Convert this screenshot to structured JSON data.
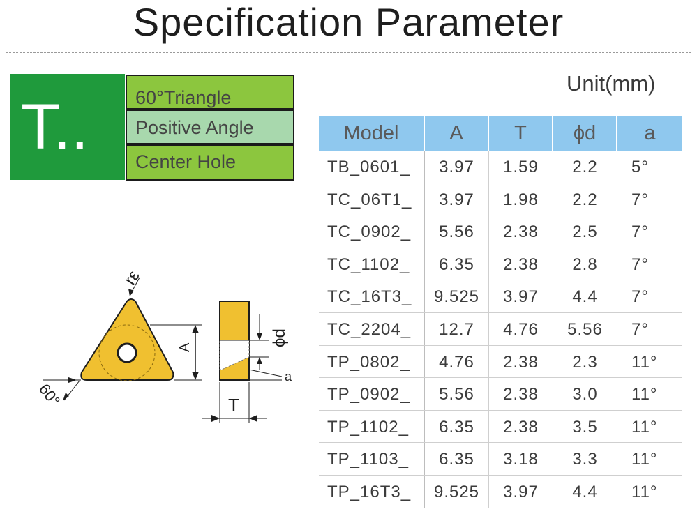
{
  "page_title": "Specification Parameter",
  "insert_code": "T..",
  "features": [
    "60°Triangle",
    "Positive Angle",
    "Center Hole"
  ],
  "unit": "Unit(mm)",
  "table": {
    "headers": [
      "Model",
      "A",
      "T",
      "ϕd",
      "a"
    ],
    "rows": [
      [
        "TB_0601_",
        "3.97",
        "1.59",
        "2.2",
        "5°"
      ],
      [
        "TC_06T1_",
        "3.97",
        "1.98",
        "2.2",
        "7°"
      ],
      [
        "TC_0902_",
        "5.56",
        "2.38",
        "2.5",
        "7°"
      ],
      [
        "TC_1102_",
        "6.35",
        "2.38",
        "2.8",
        "7°"
      ],
      [
        "TC_16T3_",
        "9.525",
        "3.97",
        "4.4",
        "7°"
      ],
      [
        "TC_2204_",
        "12.7",
        "4.76",
        "5.56",
        "7°"
      ],
      [
        "TP_0802_",
        "4.76",
        "2.38",
        "2.3",
        "11°"
      ],
      [
        "TP_0902_",
        "5.56",
        "2.38",
        "3.0",
        "11°"
      ],
      [
        "TP_1102_",
        "6.35",
        "2.38",
        "3.5",
        "11°"
      ],
      [
        "TP_1103_",
        "6.35",
        "3.18",
        "3.3",
        "11°"
      ],
      [
        "TP_16T3_",
        "9.525",
        "3.97",
        "4.4",
        "11°"
      ]
    ]
  },
  "diagram": {
    "radius_label": "rε",
    "side_label": "A",
    "angle_label": "60°",
    "hole_label": "ϕd",
    "clearance_label": "a",
    "thickness_label": "T",
    "insert_color": "#f0c030"
  }
}
